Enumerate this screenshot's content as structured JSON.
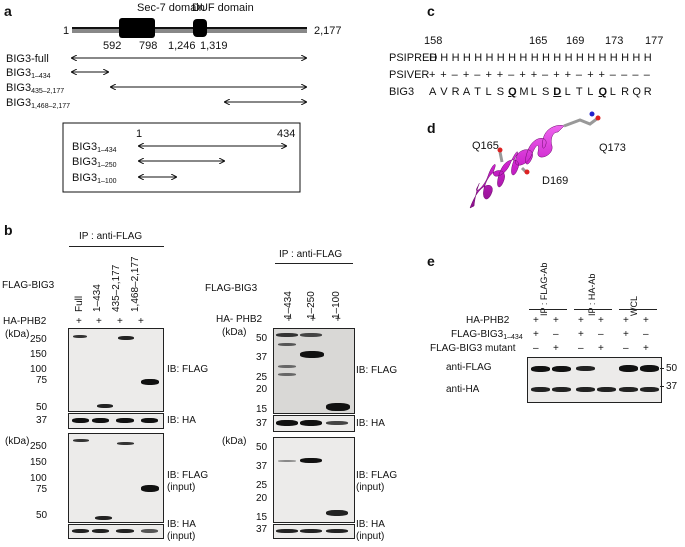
{
  "panels": [
    "a",
    "b",
    "c",
    "d",
    "e"
  ],
  "a": {
    "domains": [
      "Sec-7 domain",
      "DUF domain"
    ],
    "ends": [
      "1",
      "2,177"
    ],
    "positions": [
      "592",
      "798",
      "1,246",
      "1,319"
    ],
    "constructs": [
      {
        "name": "BIG3-full",
        "sub": ""
      },
      {
        "name": "BIG3",
        "sub": "1–434"
      },
      {
        "name": "BIG3",
        "sub": "435–2,177"
      },
      {
        "name": "BIG3",
        "sub": "1,468–2,177"
      }
    ],
    "inset_ends": [
      "1",
      "434"
    ],
    "inset_constructs": [
      {
        "name": "BIG3",
        "sub": "1–434"
      },
      {
        "name": "BIG3",
        "sub": "1–250"
      },
      {
        "name": "BIG3",
        "sub": "1–100"
      }
    ]
  },
  "b": {
    "left": {
      "ip_label": "IP : anti-FLAG",
      "row_label": "FLAG-BIG3",
      "lanes": [
        "Full",
        "1–434",
        "435–2,177",
        "1,468–2,177"
      ],
      "ha_label": "HA-PHB2",
      "plus": [
        "+",
        "+",
        "+",
        "+"
      ],
      "kda": "(kDa)",
      "mw_top": [
        "250",
        "150",
        "100",
        "75",
        "50"
      ],
      "mw_ha": "37",
      "mw_bottom": [
        "250",
        "150",
        "100",
        "75",
        "50"
      ],
      "ib_labels": [
        "IB: FLAG",
        "IB: HA",
        "IB: FLAG",
        "(input)",
        "IB: HA",
        "(input)"
      ]
    },
    "right": {
      "ip_label": "IP : anti-FLAG",
      "row_label": "FLAG-BIG3",
      "lanes": [
        "1–434",
        "1–250",
        "1–100"
      ],
      "ha_label": "HA- PHB2",
      "plus": [
        "+",
        "+",
        "+"
      ],
      "kda": "(kDa)",
      "mw_top": [
        "50",
        "37",
        "25",
        "20",
        "15"
      ],
      "mw_ha": "37",
      "mw_bottom": [
        "50",
        "37",
        "25",
        "20",
        "15"
      ],
      "mw_ha2": "37",
      "ib_labels": [
        "IB: FLAG",
        "IB: HA",
        "IB: FLAG",
        "(input)",
        "IB: HA",
        "(input)"
      ]
    }
  },
  "c": {
    "positions": [
      "158",
      "165",
      "169",
      "173",
      "177"
    ],
    "rows": [
      {
        "label": "PSIPRED",
        "seq": [
          "H",
          "H",
          "H",
          "H",
          "H",
          "H",
          "H",
          "H",
          "H",
          "H",
          "H",
          "H",
          "H",
          "H",
          "H",
          "H",
          "H",
          "H",
          "H",
          "H"
        ]
      },
      {
        "label": "PSIVER",
        "seq": [
          "+",
          "+",
          "–",
          "+",
          "–",
          "+",
          "+",
          "–",
          "+",
          "+",
          "–",
          "+",
          "+",
          "–",
          "+",
          "+",
          "–",
          "–",
          "–",
          "–"
        ]
      },
      {
        "label": "BIG3",
        "seq": [
          "A",
          "V",
          "R",
          "A",
          "T",
          "L",
          "S",
          "Q",
          "M",
          "L",
          "S",
          "D",
          "L",
          "T",
          "L",
          "Q",
          "L",
          "R",
          "Q",
          "R"
        ]
      }
    ],
    "bold_indices": [
      7,
      11,
      15
    ]
  },
  "d": {
    "labels": [
      "Q165",
      "D169",
      "Q173"
    ],
    "helix_color": "#d12ad1"
  },
  "e": {
    "groups": [
      "IP : FLAG-Ab",
      "IP : HA-Ab",
      "WCL"
    ],
    "rows": [
      {
        "label": "HA-PHB2",
        "marks": [
          "+",
          "+",
          "+",
          "+",
          "+",
          "+"
        ]
      },
      {
        "label": "FLAG-BIG3",
        "sub": "1–434",
        "marks": [
          "+",
          "–",
          "+",
          "–",
          "+",
          "–"
        ]
      },
      {
        "label": "FLAG-BIG3 mutant",
        "marks": [
          "–",
          "+",
          "–",
          "+",
          "–",
          "+"
        ]
      }
    ],
    "blot_labels": [
      "anti-FLAG",
      "anti-HA"
    ],
    "mw": [
      "50",
      "37"
    ]
  }
}
